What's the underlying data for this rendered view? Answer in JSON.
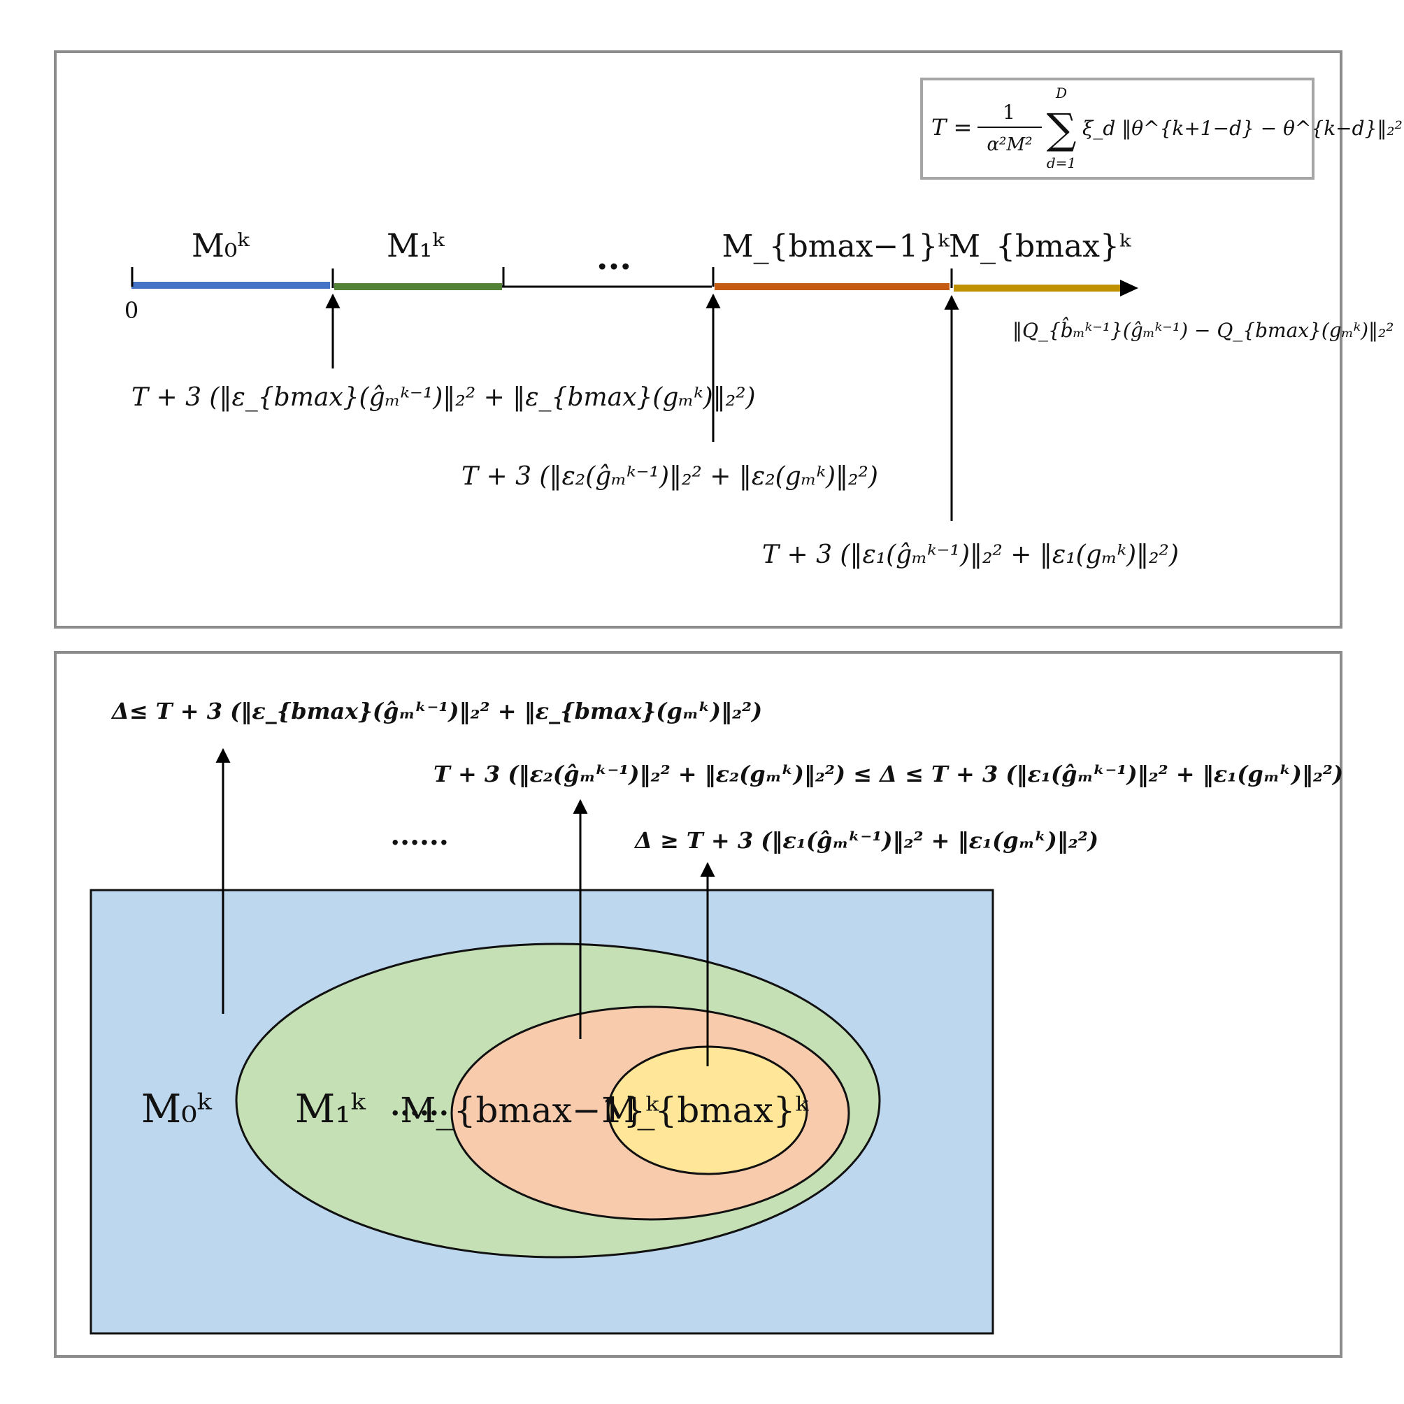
{
  "formula_box": {
    "lhs": "T =",
    "frac_num": "1",
    "frac_den": "α²M²",
    "sum_upper": "D",
    "sum_lower": "d=1",
    "sum_symbol": "∑",
    "body": "ξ_d ‖θ^{k+1−d} − θ^{k−d}‖₂²"
  },
  "timeline": {
    "origin_label": "0",
    "ellipsis": "...",
    "segments": [
      {
        "label": "M₀ᵏ",
        "color": "#4472c4"
      },
      {
        "label": "M₁ᵏ",
        "color": "#548235"
      },
      {
        "label": "",
        "color": "#000000"
      },
      {
        "label": "M_{bmax−1}ᵏ",
        "color": "#c55a11"
      },
      {
        "label": "M_{bmax}ᵏ",
        "color": "#bf9000"
      }
    ],
    "tail_label": "‖Q_{b̂ₘᵏ⁻¹}(ĝₘᵏ⁻¹) − Q_{bmax}(gₘᵏ)‖₂²",
    "thresholds": [
      "T + 3 (‖ε_{bmax}(ĝₘᵏ⁻¹)‖₂² + ‖ε_{bmax}(gₘᵏ)‖₂²)",
      "T + 3 (‖ε₂(ĝₘᵏ⁻¹)‖₂² + ‖ε₂(gₘᵏ)‖₂²)",
      "T + 3 (‖ε₁(ĝₘᵏ⁻¹)‖₂² + ‖ε₁(gₘᵏ)‖₂²)"
    ]
  },
  "venn": {
    "conditions": [
      "Δ≤ T + 3 (‖ε_{bmax}(ĝₘᵏ⁻¹)‖₂² + ‖ε_{bmax}(gₘᵏ)‖₂²)",
      "T + 3 (‖ε₂(ĝₘᵏ⁻¹)‖₂² + ‖ε₂(gₘᵏ)‖₂²) ≤ Δ ≤ T + 3 (‖ε₁(ĝₘᵏ⁻¹)‖₂² + ‖ε₁(gₘᵏ)‖₂²)",
      "Δ ≥ T + 3 (‖ε₁(ĝₘᵏ⁻¹)‖₂² + ‖ε₁(gₘᵏ)‖₂²)"
    ],
    "dots_top": "......",
    "dots_mid": "......",
    "regions": [
      {
        "label": "M₀ᵏ",
        "color": "#bdd7ee"
      },
      {
        "label": "M₁ᵏ",
        "color": "#c5e0b4"
      },
      {
        "label": "M_{bmax−1}ᵏ",
        "color": "#f8cbad"
      },
      {
        "label": "M_{bmax}ᵏ",
        "color": "#ffe699"
      }
    ]
  }
}
